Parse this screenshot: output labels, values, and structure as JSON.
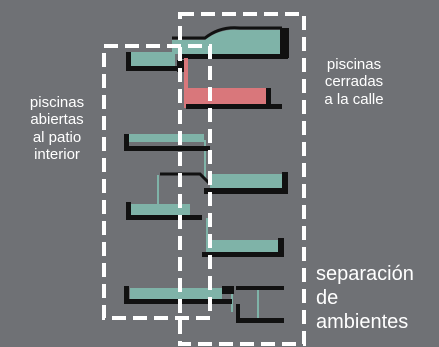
{
  "labels": {
    "left": [
      "piscinas",
      "abiertas",
      "al patio",
      "interior"
    ],
    "top_right": [
      "piscinas",
      "cerradas",
      "a la calle"
    ],
    "bottom_right": [
      "separación",
      "de",
      "ambientes"
    ]
  },
  "colors": {
    "background": "#6f7175",
    "pool_water": "#7fb3a8",
    "highlight_pool": "#d9777b",
    "structure": "#111111",
    "dashed_frame": "#ffffff"
  }
}
